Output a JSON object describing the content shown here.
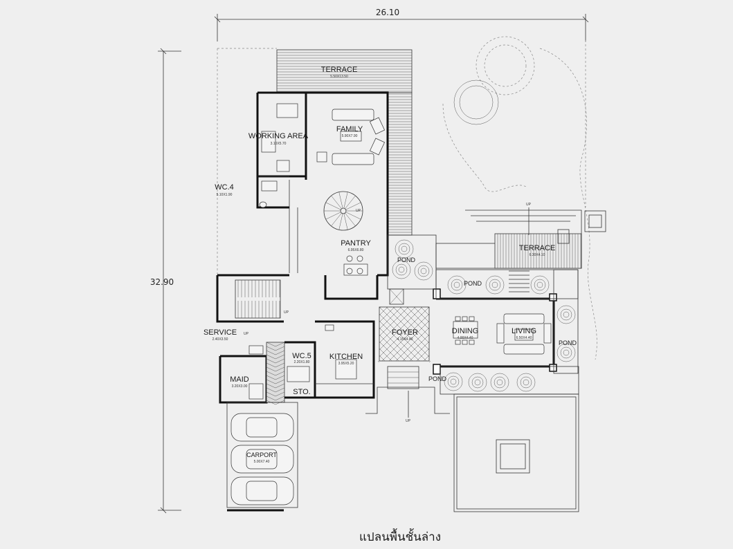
{
  "dimensions": {
    "width_label": "26.10",
    "height_label": "32.90"
  },
  "title": "แปลนพื้นชั้นล่าง",
  "rooms": {
    "terrace_top": {
      "name": "TERRACE",
      "size": "5.50X13.50"
    },
    "family": {
      "name": "FAMILY",
      "size": "5.90X7.90"
    },
    "working": {
      "name": "WORKING AREA",
      "size": "3.10X5.70"
    },
    "wc4": {
      "name": "WC.4",
      "size": "5.10X1.90"
    },
    "pantry": {
      "name": "PANTRY",
      "size": "6.95X6.80"
    },
    "terrace_right": {
      "name": "TERRACE",
      "size": "6.30X4.10"
    },
    "service": {
      "name": "SERVICE",
      "size": "2.40X3.50"
    },
    "maid": {
      "name": "MAID",
      "size": "3.20X3.00"
    },
    "wc5": {
      "name": "WC.5",
      "size": "2.20X1.80"
    },
    "kitchen": {
      "name": "KITCHEN",
      "size": "3.95X5.20"
    },
    "sto": {
      "name": "STO.",
      "size": ""
    },
    "foyer": {
      "name": "FOYER",
      "size": "4.15X4.40"
    },
    "dining": {
      "name": "DINING",
      "size": "4.00X4.40"
    },
    "living": {
      "name": "LIVING",
      "size": "6.50X4.40"
    },
    "carport": {
      "name": "CARPORT",
      "size": "5.00X7.40"
    }
  },
  "ponds": {
    "pond1": "POND",
    "pond2": "POND",
    "pond3": "POND",
    "pond4": "POND"
  },
  "up_labels": {
    "stair_spiral": "UP",
    "stair_main": "UP",
    "service": "UP",
    "terrace": "UP",
    "entry": "UP"
  }
}
